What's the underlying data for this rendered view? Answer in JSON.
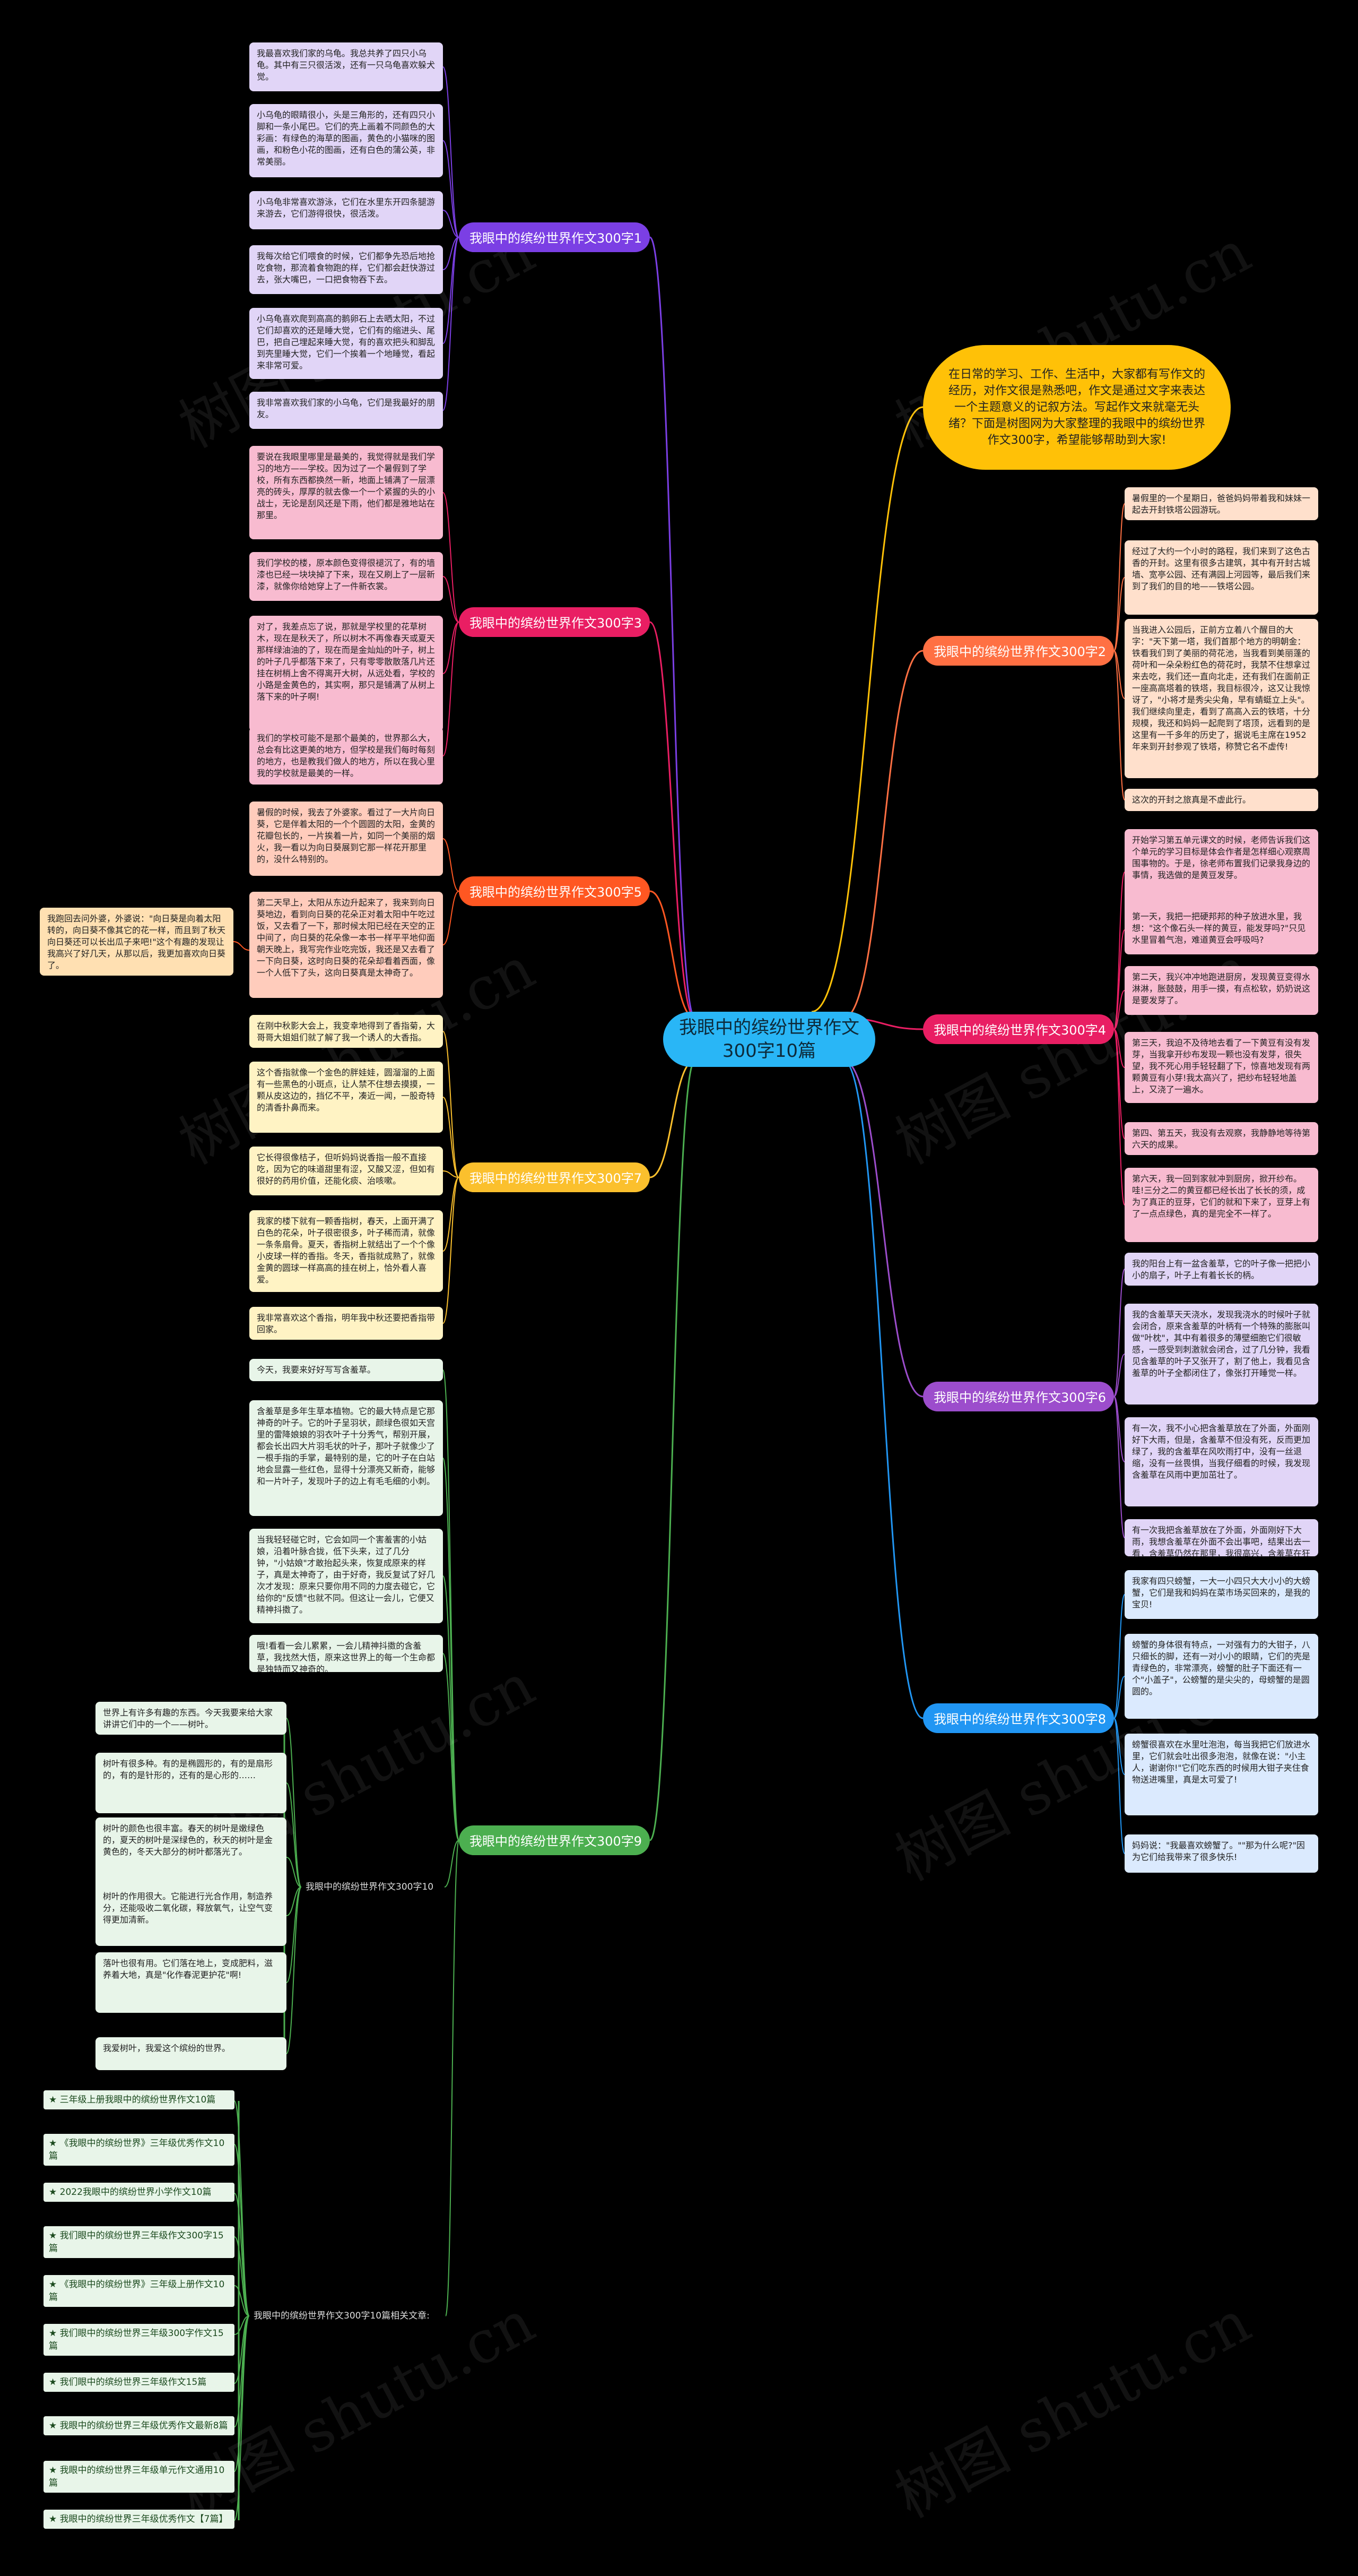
{
  "colors": {
    "background": "#000000",
    "root": "#29b6f6",
    "intro": "#ffc107",
    "green": "#4caf50"
  },
  "watermark": "树图 shutu.cn",
  "root": {
    "label": "我眼中的缤纷世界作文300字10篇"
  },
  "intro": {
    "text": "在日常的学习、工作、生活中，大家都有写作文的经历，对作文很是熟悉吧，作文是通过文字来表达一个主题意义的记叙方法。写起作文来就毫无头绪？下面是树图网为大家整理的我眼中的缤纷世界作文300字，希望能够帮助到大家!"
  },
  "branches": [
    {
      "id": "b1",
      "label": "我眼中的缤纷世界作文300字1",
      "color": "#7b3fe4",
      "leafColor": "#e1d5f7",
      "leaves": [
        "我最喜欢我们家的乌龟。我总共养了四只小乌龟。其中有三只很活泼，还有一只乌龟喜欢躲犬觉。",
        "小乌龟的眼睛很小，头是三角形的，还有四只小脚和一条小尾巴。它们的壳上画着不同颜色的大彩画：有绿色的海草的图画，黄色的小猫咪的图画，和粉色小花的图画，还有白色的蒲公英，非常美丽。",
        "小乌龟非常喜欢游泳，它们在水里东开四条腿游来游去，它们游得很快，很活泼。",
        "我每次给它们喂食的时候，它们都争先恐后地抢吃食物，那流着食物跑的样，它们都会赶快游过去，张大嘴巴，一口把食物吞下去。",
        "小乌龟喜欢爬到高高的鹅卵石上去晒太阳，不过它们却喜欢的还是睡大觉，它们有的缩进头、尾巴，把自己埋起来睡大觉，有的喜欢把头和脚乱到壳里睡大觉，它们一个挨着一个地睡觉，看起来非常可爱。",
        "我非常喜欢我们家的小乌龟，它们是我最好的朋友。"
      ]
    },
    {
      "id": "b3",
      "label": "我眼中的缤纷世界作文300字3",
      "color": "#e91e63",
      "leafColor": "#f8bbd0",
      "leaves": [
        "要说在我眼里哪里是最美的，我觉得就是我们学习的地方——学校。因为过了一个暑假到了学校，所有东西都换然一新，地面上铺满了一层漂亮的砖头，厚厚的就去像一个一个紧握的头的小战士，无论是刮风还是下雨，他们都是雅地站在那里。",
        "我们学校的楼，原本颜色变得很褪沉了，有的墙漆也已经一块块掉了下来，现在又刷上了一层新漆，就像你给她穿上了一件新衣裳。",
        "对了，我差点忘了说，那就是学校里的花草树木，现在是秋天了，所以树木不再像春天或夏天那样绿油油的了，现在而是金灿灿的叶子，树上的叶子几乎都落下来了，只有零零散散落几片还挂在树梢上舍不得离开大树，从远处看，学校的小路是金黄色的，其实啊，那只是铺满了从树上落下来的叶子啊!",
        "我们的学校可能不是那个最美的，世界那么大，总会有比这更美的地方，但学校是我们每时每刻的地方，也是教我们做人的地方，所以在我心里我的学校就是最美的一样。"
      ]
    },
    {
      "id": "b5",
      "label": "我眼中的缤纷世界作文300字5",
      "color": "#ff5722",
      "leafColor": "#ffccbc",
      "leaves": [
        "暑假的时候，我去了外婆家。看过了一大片向日葵，它是伴着太阳的一个个圆圆的太阳，金黄的花瓣包长的，一片挨着一片，如同一个美丽的烟火，我一看以为向日葵展到它那一样花开那里的，没什么特别的。",
        "第二天早上，太阳从东边升起来了，我来到向日葵地边，看到向日葵的花朵正对着太阳中午吃过饭，又去看了一下，那时候太阳已经在天空的正中间了，向日葵的花朵像一本书一样平平地仰面朝天晚上，我写完作业吃完饭，我还是又去看了一下向日葵，这时向日葵的花朵却看着西面，像一个人低下了头，这向日葵真是太神奇了。"
      ],
      "side": {
        "text": "我跑回去问外婆，外婆说：\"向日葵是向着太阳转的，向日葵不像其它的花一样，而且到了秋天向日葵还可以长出瓜子来吧!\"这个有趣的发现让我高兴了好几天，从那以后，我更加喜欢向日葵了。",
        "color": "#ffe0b2"
      }
    },
    {
      "id": "b7",
      "label": "我眼中的缤纷世界作文300字7",
      "color": "#fbc02d",
      "leafColor": "#fff3c4",
      "leaves": [
        "在刚中秋影大会上，我变幸地得到了香指菊，大哥哥大姐姐们就了解了我一个诱人的大香指。",
        "这个香指就像一个金色的胖娃娃，圆溜溜的上面有一些黑色的小斑点，让人禁不住想去摸摸，一颗从皮这边的，挡亿不平，凑近一闻，一股奇特的清香扑鼻而来。",
        "它长得很像桔子，但听妈妈说香指一般不直接吃，因为它的味道甜里有涩，又酸又涩，但如有很好的药用价值，还能化痰、治咳嗽。",
        "我家的楼下就有一颗香指树，春天，上面开满了白色的花朵，叶子很密很多，叶子稀而清，就像一条条扇骨。夏天，香指树上就结出了一个个像小皮球一样的香指。冬天，香指就成熟了，就像金黄的圆球一样高高的挂在树上，恰外看人喜爱。",
        "我非常喜欢这个香指，明年我中秋还要把香指带回家。"
      ]
    },
    {
      "id": "b9",
      "label": "我眼中的缤纷世界作文300字9",
      "color": "#4caf50",
      "leafColor": "#e8f5e9",
      "leaves": [
        "今天，我要来好好写写含羞草。",
        "含羞草是多年生草本植物。它的最大特点是它那神奇的叶子。它的叶子呈羽状，颜绿色很如天宫里的雷降娘娘的羽衣叶子十分秀气，帮别开展，都会长出四大片羽毛状的叶子，那叶子就像少了一根手指的手掌，最特别的是，它的叶子在白站地会显露一些红色，显得十分漂亮又新奇，能够和一片叶子，发现叶子的边上有毛毛细的小刺。",
        "当我轻轻碰它时，它会如同一个害羞害的小姑娘，沿着叶脉合拢，低下头来，过了几分钟，\"小姑娘\"才敢抬起头来，恢复成原来的样子，真是太神奇了，由于好奇，我反复试了好几次才发现：原来只要你用不同的力度去碰它，它给你的\"反馈\"也就不同。但这让一会儿，它便又精神抖擞了。",
        "哦!看看一会儿累累，一会儿精神抖擞的含羞草，我找然大悟，原来这世界上的每一个生命都是独特而又神奇的。"
      ]
    },
    {
      "id": "b2",
      "label": "我眼中的缤纷世界作文300字2",
      "color": "#ff7043",
      "leafColor": "#ffe0cc",
      "leaves": [
        "暑假里的一个星期日，爸爸妈妈带着我和妹妹一起去开封铁塔公园游玩。",
        "经过了大约一个小时的路程，我们来到了这色古香的开封。这里有很多古建筑，其中有开封古城墙、宽亭公园、还有满园上河园等，最后我们来到了我们的目的地——铁塔公园。",
        "当我进入公园后，正前方立着八个醒目的大字：\"天下第一塔，我们首那个地方的明朝金：铁看我们到了美丽的荷花池，当我看到美丽蓬的荷叶和一朵朵粉红色的荷花时，我禁不住想拿过来去吃，我们还一直向北走，还有我们在面前正一座高高塔着的铁塔，我目标很冷，这又让我惊讶了，\"小将才是秀尖尖角，早有蜻蜓立上头\"。我们继续向里走，看到了高高入云的铁塔，十分规模，我还和妈妈一起爬到了塔顶，远看到的是这里有一千多年的历史了，据说毛主席在1952年来到开封参观了铁塔，称赞它名不虚传!",
        "这次的开封之旅真是不虚此行。"
      ]
    },
    {
      "id": "b4",
      "label": "我眼中的缤纷世界作文300字4",
      "color": "#e91e63",
      "leafColor": "#f8bbd0",
      "leaves": [
        "开始学习第五单元课文的时候，老师告诉我们这个单元的学习目标是体会作者是怎样细心观察周围事物的。于是，徐老师布置我们记录我身边的事情，我选做的是黄豆发芽。",
        "第一天，我把一把硬邦邦的种子放进水里，我想：\"这个像石头一样的黄豆，能发芽吗?\"只见水里冒着气泡，难道黄豆会呼吸吗?",
        "第二天，我兴冲冲地跑进厨房，发现黄豆变得水淋淋，胀鼓鼓，用手一摸，有点松软，奶奶说这是要发芽了。",
        "第三天，我迫不及待地去看了一下黄豆有没有发芽，当我拿开纱布发现一颗也没有发芽，很失望，我不死心用手轻轻翻了下，惊喜地发现有两颗黄豆有小芽!我太高兴了，把纱布轻轻地盖上，又浇了一遍水。",
        "第四、第五天，我没有去观察，我静静地等待第六天的成果。",
        "第六天，我一回到家就冲到厨房，掀开纱布。哇!三分之二的黄豆都已经长出了长长的须，成为了真正的豆芽，它们的就和下来了，豆芽上有了一点点绿色，真的是完全不一样了。"
      ]
    },
    {
      "id": "b6",
      "label": "我眼中的缤纷世界作文300字6",
      "color": "#9c4dcc",
      "leafColor": "#e1d5f7",
      "leaves": [
        "我的阳台上有一盆含羞草，它的叶子像一把把小小的扇子，叶子上有着长长的柄。",
        "我的含羞草天天浇水，发现我浇水的时候叶子就会闭合，原来含羞草的叶柄有一个特殊的膨胀叫做\"叶枕\"，其中有着很多的薄壁细胞它们很敏感，一感受到刺激就会闭合，过了几分钟，我看见含羞草的叶子又张开了，割了他上，我看见含羞草的叶子全都闭住了，像张打开睡觉一样。",
        "有一次，我不小心把含羞草放在了外面，外面刚好下大雨，但是，含羞草不但没有死，反而更加绿了，我的含羞草在风吹雨打中，没有一丝退缩，没有一丝畏惧，当我仔细看的时候，我发现含羞草在风雨中更加茁壮了。",
        "有一次我把含羞草放在了外面，外面刚好下大雨，我想含羞草在外面不会出事吧，结果出去一看，含羞草仍然在那里，我很高兴，含羞草在狂风暴雨中仍然挺立，真是太厉害了!我一定要好好照顾它。"
      ]
    },
    {
      "id": "b8",
      "label": "我眼中的缤纷世界作文300字8",
      "color": "#2196f3",
      "leafColor": "#dbeafe",
      "leaves": [
        "我家有四只螃蟹，一大一小四只大大小小的大螃蟹，它们是我和妈妈在菜市场买回来的，是我的宝贝!",
        "螃蟹的身体很有特点，一对强有力的大钳子，八只细长的脚，还有一对小小的眼睛，它们的壳是青绿色的，非常漂亮，螃蟹的肚子下面还有一个\"小盖子\"，公螃蟹的是尖尖的，母螃蟹的是圆圆的。",
        "螃蟹很喜欢在水里吐泡泡，每当我把它们放进水里，它们就会吐出很多泡泡，就像在说：\"小主人，谢谢你!\"它们吃东西的时候用大钳子夹住食物送进嘴里，真是太可爱了!",
        "妈妈说：\"我最喜欢螃蟹了。\"\"那为什么呢?\"因为它们给我带来了很多快乐!"
      ]
    }
  ],
  "b10": {
    "label": "我眼中的缤纷世界作文300字10",
    "leaves": [
      "世界上有许多有趣的东西。今天我要来给大家讲讲它们中的一个——树叶。",
      "树叶有很多种。有的是椭圆形的，有的是扇形的，有的是针形的，还有的是心形的……",
      "树叶的颜色也很丰富。春天的树叶是嫩绿色的，夏天的树叶是深绿色的，秋天的树叶是金黄色的，冬天大部分的树叶都落光了。",
      "树叶的作用很大。它能进行光合作用，制造养分，还能吸收二氧化碳，释放氧气，让空气变得更加清新。",
      "落叶也很有用。它们落在地上，变成肥料，滋养着大地，真是\"化作春泥更护花\"啊!",
      "我爱树叶，我爱这个缤纷的世界。"
    ]
  },
  "related": {
    "label": "我眼中的缤纷世界作文300字10篇相关文章:",
    "links": [
      "★ 三年级上册我眼中的缤纷世界作文10篇",
      "★ 《我眼中的缤纷世界》三年级优秀作文10篇",
      "★ 2022我眼中的缤纷世界小学作文10篇",
      "★ 我们眼中的缤纷世界三年级作文300字15篇",
      "★ 《我眼中的缤纷世界》三年级上册作文10篇",
      "★ 我们眼中的缤纷世界三年级300字作文15篇",
      "★ 我们眼中的缤纷世界三年级作文15篇",
      "★ 我眼中的缤纷世界三年级优秀作文最新8篇",
      "★ 我眼中的缤纷世界三年级单元作文通用10篇",
      "★ 我眼中的缤纷世界三年级优秀作文【7篇】"
    ]
  }
}
